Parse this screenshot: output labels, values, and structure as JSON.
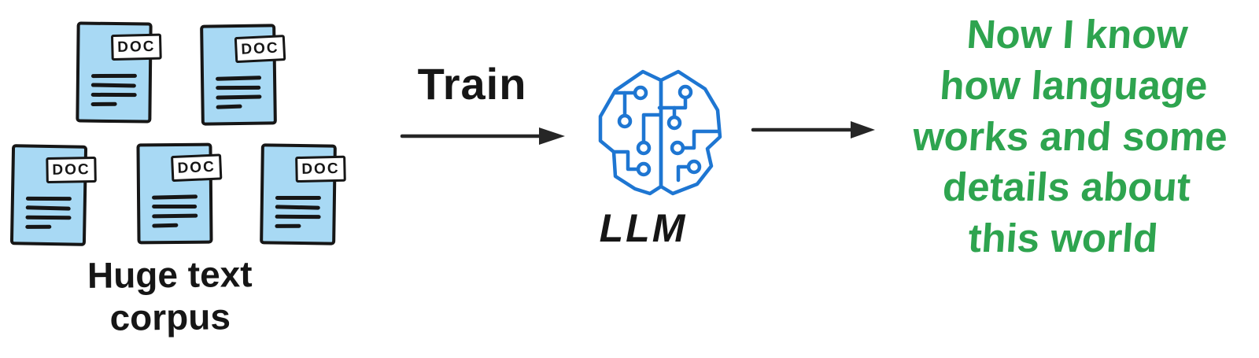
{
  "corpus": {
    "doc_label": "DOC",
    "caption": "Huge text\ncorpus"
  },
  "train": {
    "label": "Train"
  },
  "llm": {
    "label": "LLM"
  },
  "knowledge": {
    "lines": [
      "Now I know",
      "how language",
      "works and some",
      "details about",
      "this world"
    ]
  },
  "colors": {
    "doc_fill": "#a8d9f4",
    "ink": "#161616",
    "brain_blue": "#1e76d2",
    "knowledge_green": "#2ea44f",
    "arrow": "#262626"
  },
  "icons": {
    "doc": "document-icon",
    "brain": "circuit-brain-icon",
    "arrow": "right-arrow-icon"
  }
}
